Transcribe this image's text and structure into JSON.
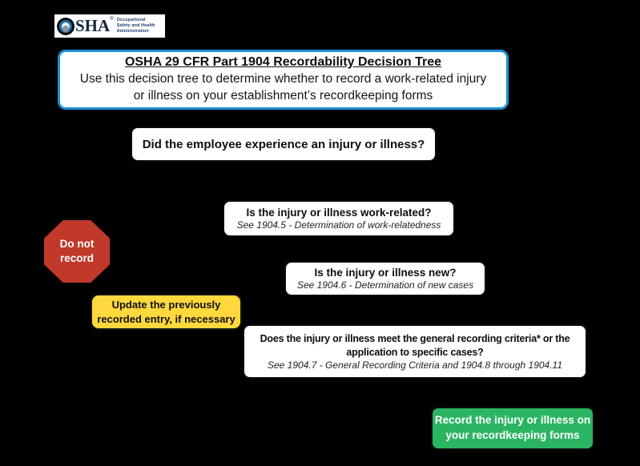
{
  "colors": {
    "background": "#000000",
    "title_border": "#1c8fd6",
    "stop_red": "#c0392b",
    "update_yellow": "#ffd83d",
    "record_green": "#2bb563",
    "box_white": "#ffffff"
  },
  "logo": {
    "wordmark_rest": "SHA",
    "registered_mark": "®",
    "org_lines": [
      "Occupational",
      "Safety and Health",
      "Administration"
    ]
  },
  "title_box": {
    "title": "OSHA 29 CFR Part 1904 Recordability Decision Tree",
    "subtitle_lines": [
      "Use this decision tree to determine whether to record a work-related injury",
      "or illness on your establishment’s recordkeeping forms"
    ]
  },
  "nodes": {
    "question_injury": {
      "text": "Did the employee experience an injury or illness?"
    },
    "question_work_related": {
      "title": "Is the injury or illness work-related?",
      "reference": "See 1904.5 - Determination of work-relatedness"
    },
    "question_new": {
      "title": "Is the injury or illness new?",
      "reference": "See 1904.6 - Determination of new cases"
    },
    "question_criteria": {
      "title_lines": [
        "Does the injury or illness meet the general recording criteria* or the",
        "application to specific cases?"
      ],
      "reference": "See 1904.7 - General Recording Criteria and 1904.8 through 1904.11"
    },
    "outcome_do_not_record": {
      "lines": [
        "Do not",
        "record"
      ]
    },
    "outcome_update": {
      "lines": [
        "Update the previously",
        "recorded entry, if necessary"
      ]
    },
    "outcome_record": {
      "lines": [
        "Record the injury or illness on",
        "your recordkeeping forms"
      ]
    }
  }
}
